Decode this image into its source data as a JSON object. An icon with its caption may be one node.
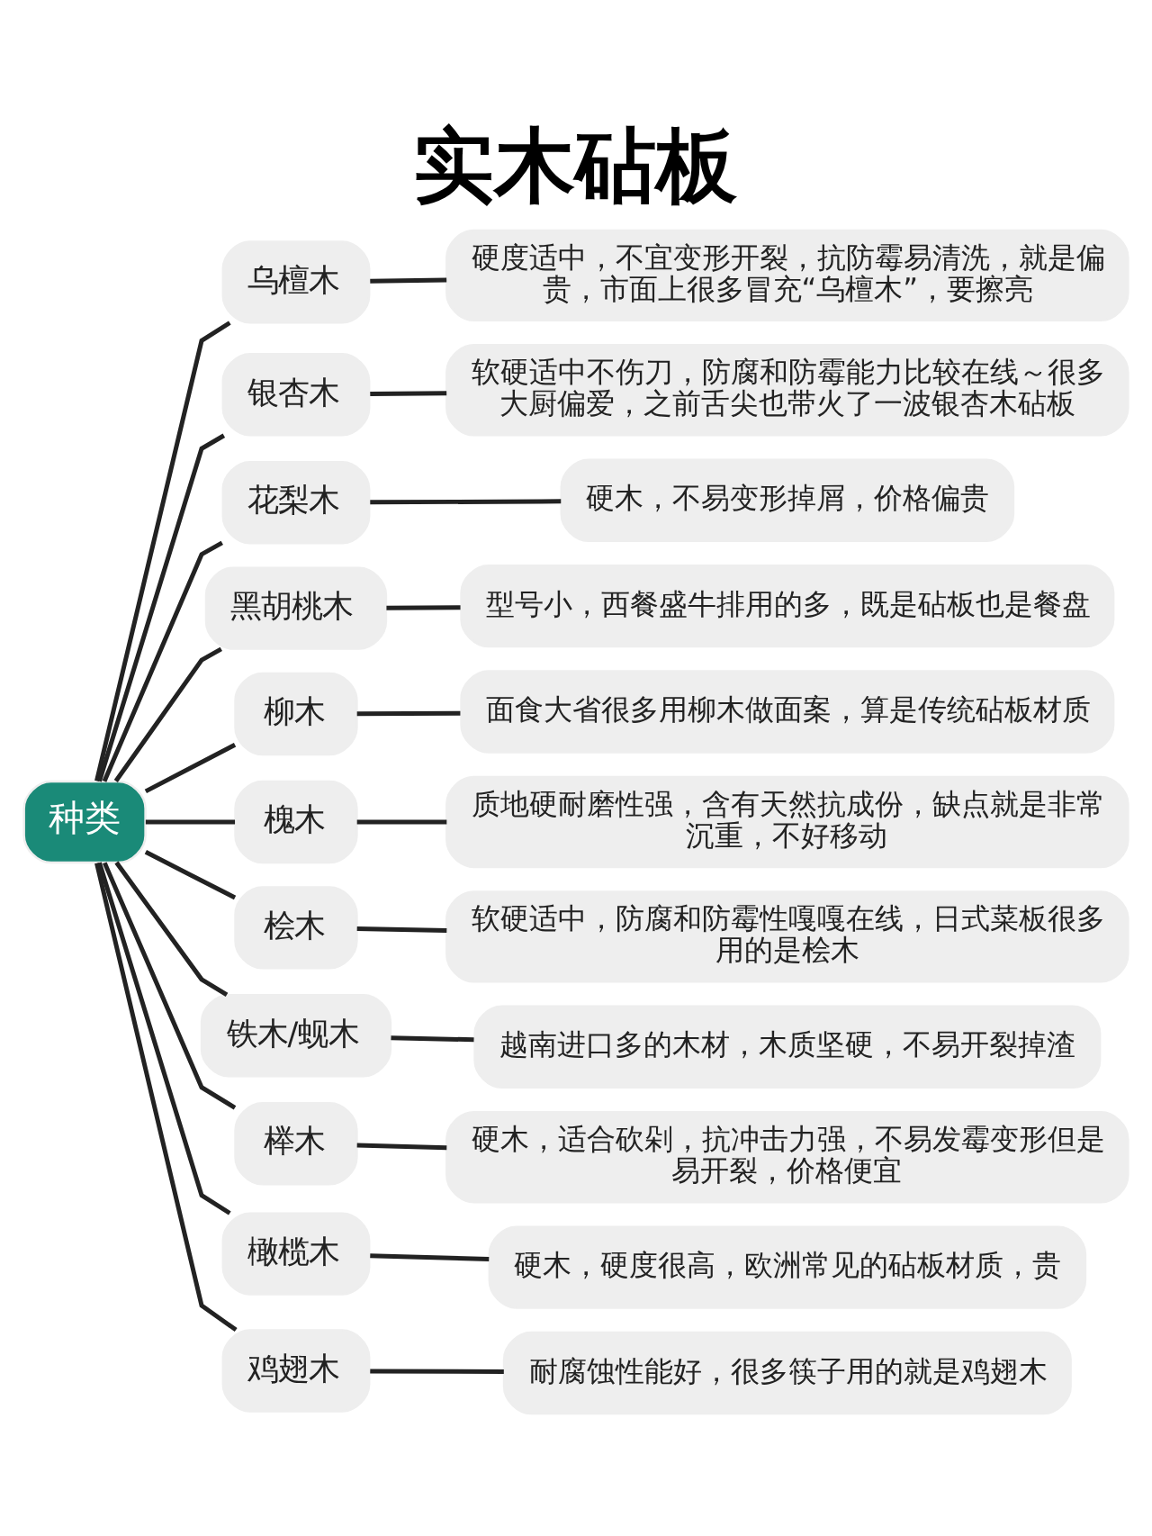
{
  "diagram": {
    "title": "实木砧板",
    "nodes": [
      {
        "text": [
          "种类"
        ]
      },
      {
        "text": [
          "乌檀木"
        ]
      },
      {
        "text": [
          "硬度适中，不宜变形开裂，抗防霉易清洗，就是偏贵，市面上很多冒充“乌檀木”，要擦亮"
        ]
      },
      {
        "text": [
          "银杏木"
        ]
      },
      {
        "text": [
          "软硬适中不伤刀，防腐和防霉能力比较在线～很多大厨偏爱，之前舌尖也带火了一波银杏木砧板"
        ]
      },
      {
        "text": [
          "花梨木"
        ]
      },
      {
        "text": [
          "硬木，不易变形掉屑，价格偏贵"
        ]
      },
      {
        "text": [
          "黑胡桃木"
        ]
      },
      {
        "text": [
          "型号小，西餐盛牛排用的多，既是砧板也是餐盘"
        ]
      },
      {
        "text": [
          "柳木"
        ]
      },
      {
        "text": [
          "面食大省很多用柳木做面案，算是传统砧板材质"
        ]
      },
      {
        "text": [
          "槐木"
        ]
      },
      {
        "text": [
          "质地硬耐磨性强，含有天然抗成份，缺点就是非常沉重，不好移动"
        ]
      },
      {
        "text": [
          "桧木"
        ]
      },
      {
        "text": [
          "软硬适中，防腐和防霉性嘎嘎在线，日式菜板很多用的是桧木"
        ]
      },
      {
        "text": [
          "铁木/蚬木"
        ]
      },
      {
        "text": [
          "越南进口多的木材，木质坚硬，不易开裂掉渣"
        ]
      },
      {
        "text": [
          "榉木"
        ]
      },
      {
        "text": [
          "硬木，适合砍剁，抗冲击力强，不易发霉变形但是易开裂，价格便宜"
        ]
      },
      {
        "text": [
          "橄榄木"
        ]
      },
      {
        "text": [
          "硬木，硬度很高，欧洲常见的砧板材质，贵"
        ]
      },
      {
        "text": [
          "鸡翅木"
        ]
      },
      {
        "text": [
          "耐腐蚀性能好，很多筷子用的就是鸡翅木"
        ]
      }
    ],
    "edges": [
      {
        "from": 0,
        "to": 1,
        "arrow": "none"
      },
      {
        "from": 1,
        "to": 2,
        "arrow": "none"
      },
      {
        "from": 0,
        "to": 3,
        "arrow": "none"
      },
      {
        "from": 3,
        "to": 4,
        "arrow": "none"
      },
      {
        "from": 0,
        "to": 5,
        "arrow": "none"
      },
      {
        "from": 5,
        "to": 6,
        "arrow": "none"
      },
      {
        "from": 0,
        "to": 7,
        "arrow": "none"
      },
      {
        "from": 7,
        "to": 8,
        "arrow": "none"
      },
      {
        "from": 0,
        "to": 9,
        "arrow": "none"
      },
      {
        "from": 9,
        "to": 10,
        "arrow": "none"
      },
      {
        "from": 0,
        "to": 11,
        "arrow": "none"
      },
      {
        "from": 11,
        "to": 12,
        "arrow": "none"
      },
      {
        "from": 0,
        "to": 13,
        "arrow": "none"
      },
      {
        "from": 13,
        "to": 14,
        "arrow": "none"
      },
      {
        "from": 0,
        "to": 15,
        "arrow": "none"
      },
      {
        "from": 15,
        "to": 16,
        "arrow": "none"
      },
      {
        "from": 0,
        "to": 17,
        "arrow": "none"
      },
      {
        "from": 17,
        "to": 18,
        "arrow": "none"
      },
      {
        "from": 0,
        "to": 19,
        "arrow": "none"
      },
      {
        "from": 19,
        "to": 20,
        "arrow": "none"
      },
      {
        "from": 0,
        "to": 21,
        "arrow": "none"
      },
      {
        "from": 21,
        "to": 22,
        "arrow": "none"
      }
    ]
  }
}
